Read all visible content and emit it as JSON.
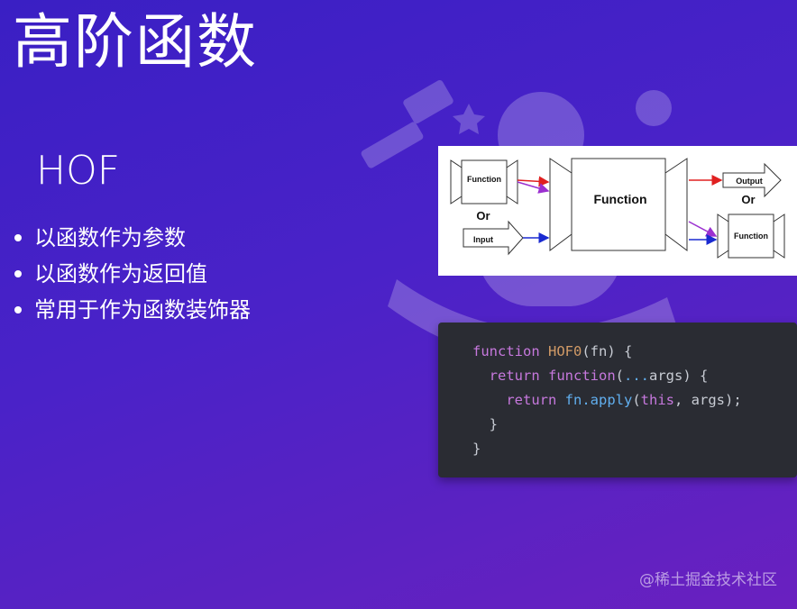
{
  "slide": {
    "title": "高阶函数",
    "subtitle": "HOF",
    "bullets": [
      "以函数作为参数",
      "以函数作为返回值",
      "常用于作为函数装饰器"
    ]
  },
  "diagram": {
    "input_function_label": "Function",
    "or_left": "Or",
    "input_label": "Input",
    "center_label": "Function",
    "output_label": "Output",
    "or_right": "Or",
    "output_function_label": "Function"
  },
  "code": {
    "l1_kw": "function",
    "l1_name": "HOF0",
    "l1_rest": "(fn) {",
    "l2_kw": "return",
    "l2_kw2": "function",
    "l2_p1": "(",
    "l2_spread": "...",
    "l2_rest": "args) {",
    "l3_kw": "return",
    "l3_call": "fn.apply",
    "l3_p1": "(",
    "l3_this": "this",
    "l3_rest": ", args);",
    "l4": "}",
    "l5": "}"
  },
  "watermark": "@稀土掘金技术社区",
  "colors": {
    "background_top": "#3a1fc4",
    "background_bottom": "#6a20c0",
    "code_bg": "#2a2c33",
    "keyword": "#c678dd",
    "function_name": "#d19a66",
    "call": "#61afef",
    "arrow_red": "#e02020",
    "arrow_purple": "#9b30d0",
    "arrow_blue": "#1a2ad0"
  }
}
